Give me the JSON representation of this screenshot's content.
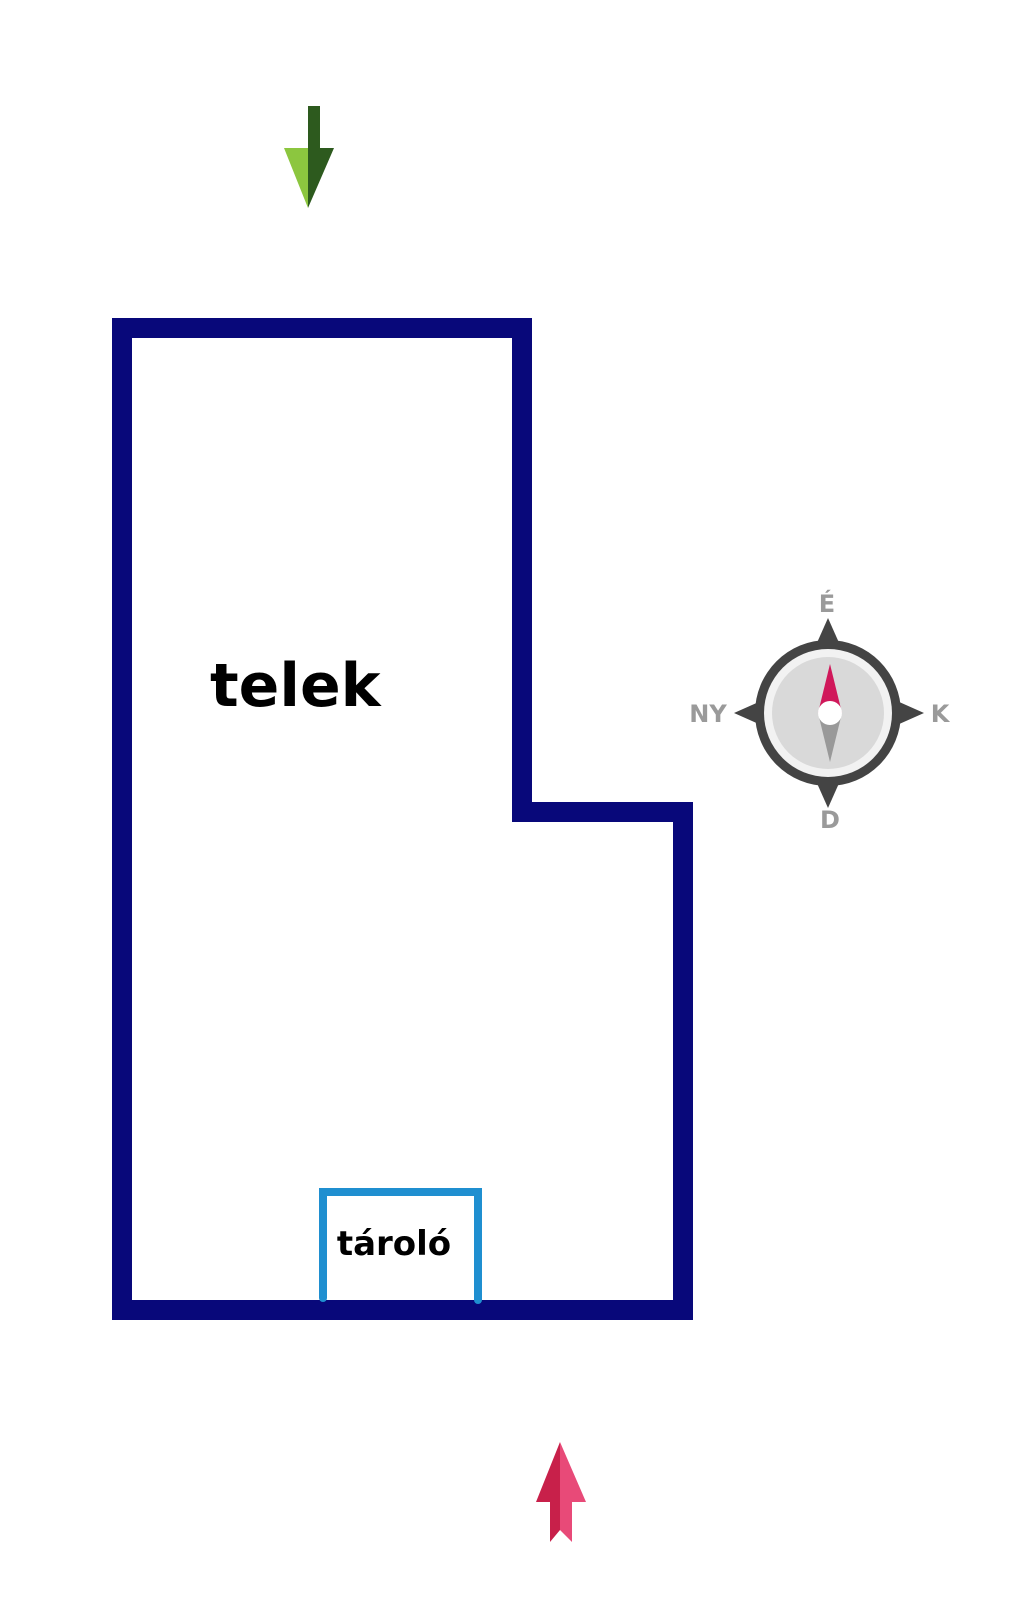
{
  "plot": {
    "label": "telek",
    "outline_color": "#08087a"
  },
  "storage": {
    "label": "tároló",
    "outline_color": "#1f8fd0"
  },
  "compass": {
    "north": "É",
    "south": "D",
    "east": "K",
    "west": "NY",
    "north_needle_color": "#d0185a",
    "south_needle_color": "#999999",
    "ring_color": "#444444"
  },
  "arrows": {
    "top": {
      "icon": "arrow-down-icon",
      "colors": [
        "#8cc63f",
        "#2d5a1e"
      ]
    },
    "bottom": {
      "icon": "arrow-up-icon",
      "colors": [
        "#c8204a",
        "#e84a78"
      ]
    }
  }
}
